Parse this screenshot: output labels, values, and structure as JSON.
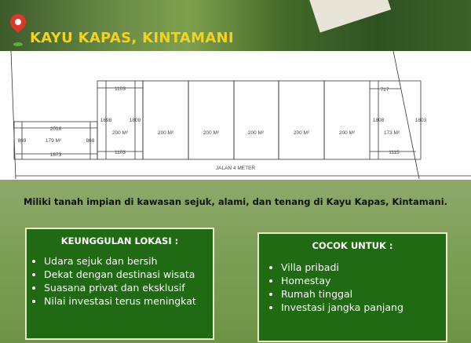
{
  "header": {
    "title": "KAYU KAPAS, KINTAMANI",
    "icon": "location-pin-icon"
  },
  "site_plan": {
    "road_label": "JALAN 4 METER",
    "lot_left": {
      "area": "179 M²",
      "top_width": "2016",
      "bottom_width": "1873",
      "left_depth": "869",
      "right_depth": "868"
    },
    "lot_2": {
      "area": "200 M²",
      "top_width": "1103",
      "bottom_width": "1103",
      "left_depth": "1698",
      "right_depth": "1809"
    },
    "lots_middle": [
      "200 M²",
      "200 M²",
      "200 M²",
      "200 M²",
      "200 M²"
    ],
    "lot_right": {
      "area": "173 M²",
      "top_width": "717",
      "bottom_width": "1115",
      "left_depth": "1808",
      "right_depth": "1803"
    }
  },
  "tagline": "Miliki tanah impian di kawasan sejuk, alami, dan tenang di Kayu Kapas, Kintamani.",
  "advantages": {
    "heading": "KEUNGGULAN LOKASI :",
    "items": [
      "Udara sejuk dan bersih",
      "Dekat dengan destinasi wisata",
      "Suasana privat dan eksklusif",
      "Nilai investasi terus meningkat"
    ]
  },
  "suitable_for": {
    "heading": "COCOK UNTUK :",
    "items": [
      "Villa pribadi",
      "Homestay",
      "Rumah tinggal",
      "Investasi jangka panjang"
    ]
  },
  "colors": {
    "title": "#f4d21f",
    "box": "#1f6a12",
    "pin": "#e0372b"
  }
}
